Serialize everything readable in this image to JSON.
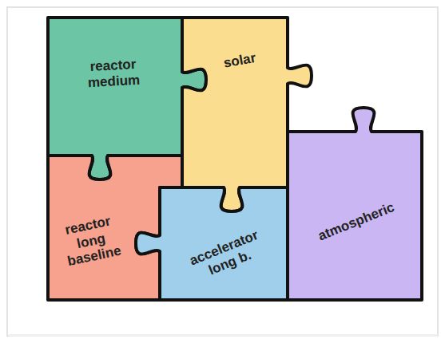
{
  "diagram": {
    "nodes": [
      {
        "text": [
          "reactor medium"
        ]
      },
      {
        "text": [
          "solar"
        ]
      },
      {
        "text": [
          "reactor long baseline"
        ]
      },
      {
        "text": [
          "accelerator long b."
        ]
      },
      {
        "text": [
          "atmospheric"
        ]
      }
    ]
  }
}
